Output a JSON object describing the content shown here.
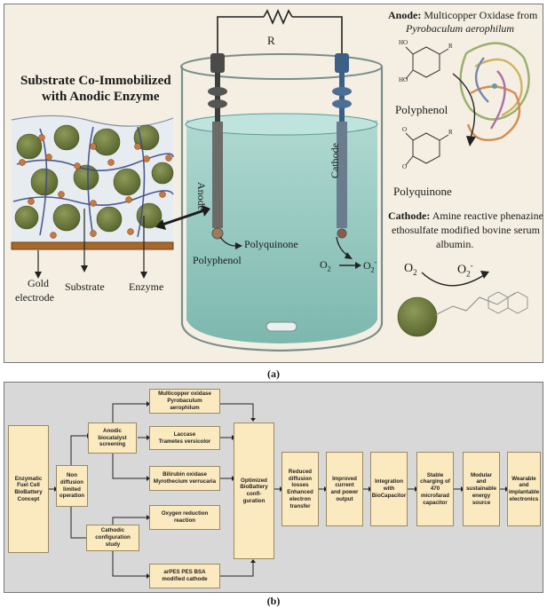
{
  "panel_a": {
    "resistor_label": "R",
    "title_line1": "Substrate Co-Immobilized",
    "title_line2": "with Anodic Enzyme",
    "gold_electrode_line1": "Gold",
    "gold_electrode_line2": "electrode",
    "substrate_label": "Substrate",
    "enzyme_label": "Enzyme",
    "anode_label": "Anode",
    "cathode_label": "Cathode",
    "polyquinone_flow": "Polyquinone",
    "polyphenol_flow": "Polyphenol",
    "o2_left": "O",
    "o2_left_sub": "2",
    "o2_right": "O",
    "o2_right_sub": "2",
    "o2_right_sup": "-",
    "anode_heading": "Anode:",
    "anode_text1": "Multicopper Oxidase from",
    "anode_text2": "Pyrobaculum aerophilum",
    "polyphenol_label": "Polyphenol",
    "polyquinone_label": "Polyquinone",
    "cathode_heading": "Cathode:",
    "cathode_text1": "Amine reactive phenazine",
    "cathode_text2": "ethosulfate modified bovine serum",
    "cathode_text3": "albumin.",
    "o2_bottom_left": "O",
    "o2_bottom_left_sub": "2",
    "o2_bottom_right": "O",
    "o2_bottom_right_sub": "2",
    "o2_bottom_right_sup": "-",
    "ring_label_ho1": "HO",
    "ring_label_ho2": "HO",
    "ring_label_r1": "R",
    "ring_label_o1": "O",
    "ring_label_o2": "O",
    "ring_label_r2": "R"
  },
  "caption_a": "(a)",
  "caption_b": "(b)",
  "flowchart": {
    "concept": "Enzymatic\nFuel Cell\nBioBattery\nConcept",
    "non_diffusion": "Non\ndiffusion\nlimited\noperation",
    "anodic": "Anodic\nbiocatalyst\nscreening",
    "cathodic": "Cathodic\nconfiguration\nstudy",
    "multicopper": "Multicopper oxidase\nPyrobaculum aerophilum",
    "laccase": "Laccase\nTrametes versicolor",
    "bilirubin": "Bilirubin oxidase\nMyrothecium verrucaria",
    "oxygen_reduction": "Oxygen reduction\nreaction",
    "arpes": "arPES PES BSA\nmodified cathode",
    "optimized": "Optimized\nBioBattery\nconfi-\nguration",
    "reduced": "Reduced\ndiffusion\nlosses\nEnhanced\nelectron\ntransfer",
    "improved": "Improved\ncurrent\nand power\noutput",
    "integration": "Integration\nwith\nBioCapacitor",
    "stable": "Stable\ncharging of\n470\nmicrofarad\ncapacitor",
    "modular": "Modular and\nsustainable\nenergy\nsource",
    "wearable": "Wearable\nand\nimplantable\nelectronics"
  }
}
